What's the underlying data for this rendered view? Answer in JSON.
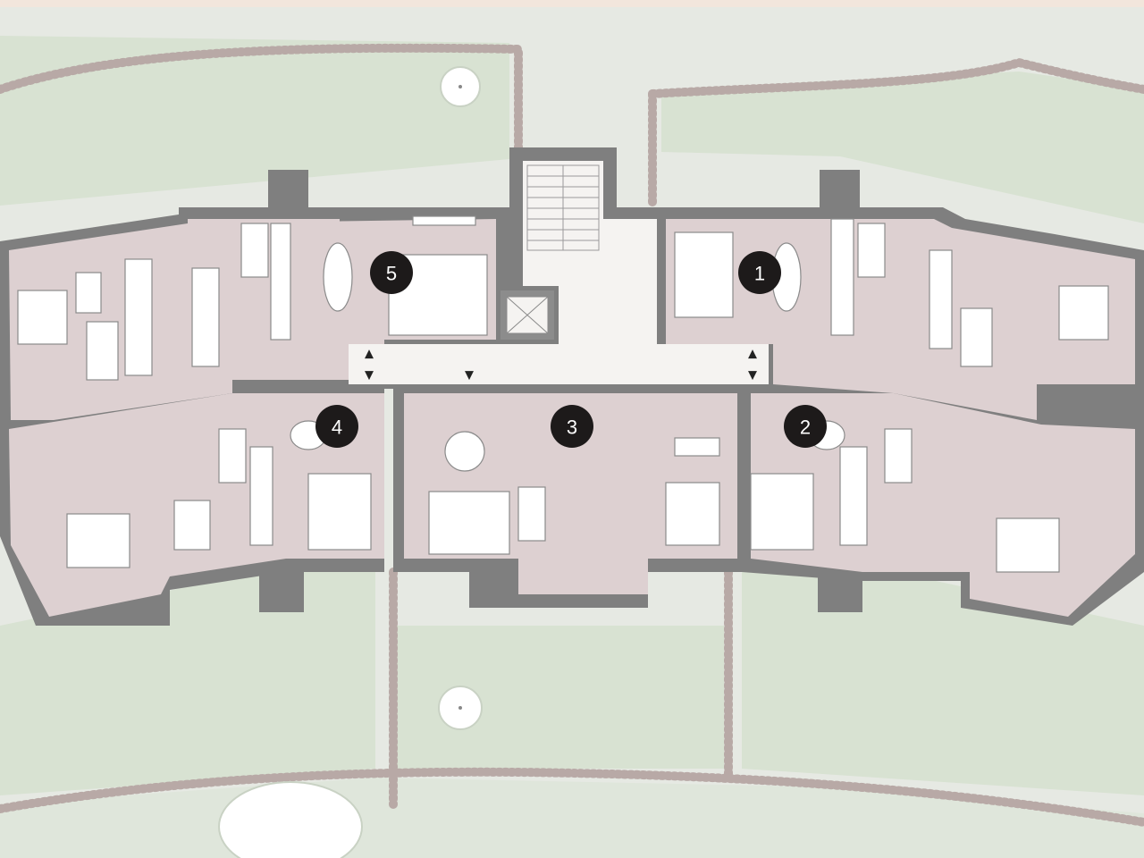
{
  "units": [
    {
      "id": "1",
      "label": "1"
    },
    {
      "id": "2",
      "label": "2"
    },
    {
      "id": "3",
      "label": "3"
    },
    {
      "id": "4",
      "label": "4"
    },
    {
      "id": "5",
      "label": "5"
    }
  ],
  "colors": {
    "garden": "#d8e2d2",
    "site": "#e6e9e3",
    "circulation": "#f5f3f1",
    "apartment_floor": "#ddd0d1",
    "wall": "#7f7f7f",
    "badge": "#1d1a1a",
    "hedge": "#b8a9a6",
    "top_strip": "#f2e6dc"
  },
  "icons": [
    "tree-icon",
    "stair-icon",
    "elevator-icon",
    "arrow-up-icon",
    "arrow-down-icon"
  ]
}
